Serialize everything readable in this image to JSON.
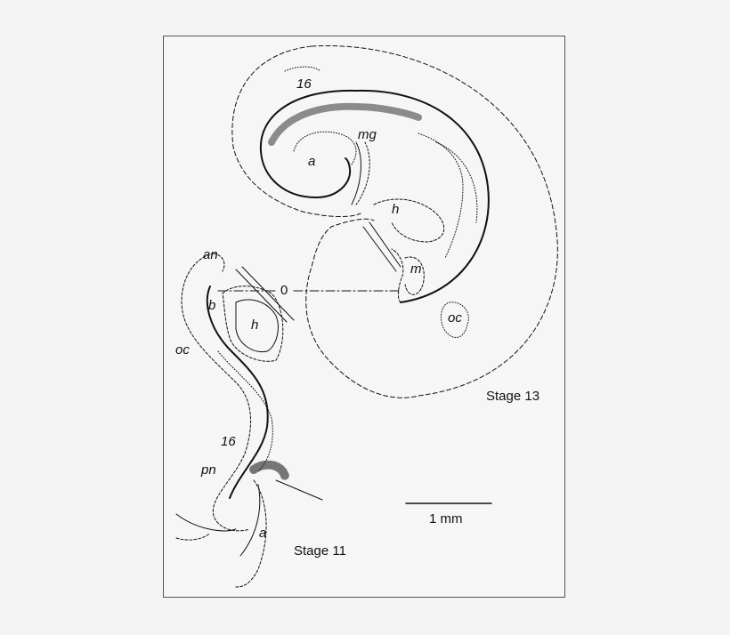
{
  "figure": {
    "stage13": {
      "title": "Stage 13",
      "labels": {
        "somite": "16",
        "midgut": "mg",
        "allantois": "a",
        "heart": "h",
        "mouth": "m",
        "otic": "oc"
      }
    },
    "stage11": {
      "title": "Stage 11",
      "labels": {
        "anterior_neuropore": "an",
        "brain": "b",
        "heart": "h",
        "otic": "oc",
        "somite": "16",
        "posterior_neuropore": "pn",
        "allantois": "a"
      }
    },
    "reference_line_label": "0",
    "scale_bar": {
      "label": "1 mm"
    }
  }
}
